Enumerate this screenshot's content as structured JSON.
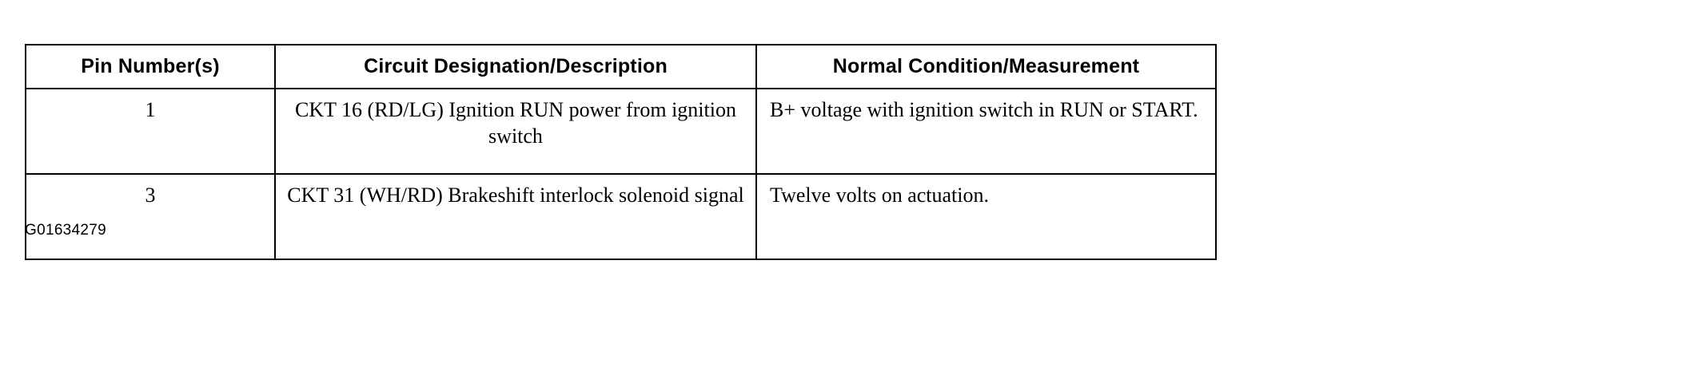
{
  "table": {
    "columns": [
      {
        "key": "pin",
        "label": "Pin Number(s)"
      },
      {
        "key": "desc",
        "label": "Circuit Designation/Description"
      },
      {
        "key": "meas",
        "label": "Normal Condition/Measurement"
      }
    ],
    "rows": [
      {
        "pin": "1",
        "desc": "CKT 16 (RD/LG) Ignition RUN power from ignition switch",
        "meas": "B+ voltage with ignition switch in RUN or START."
      },
      {
        "pin": "3",
        "desc": "CKT 31 (WH/RD) Brakeshift interlock solenoid signal",
        "meas": "Twelve volts on actuation."
      }
    ]
  },
  "figure_id": "G01634279",
  "colors": {
    "ink": "#000000",
    "paper": "#ffffff"
  }
}
